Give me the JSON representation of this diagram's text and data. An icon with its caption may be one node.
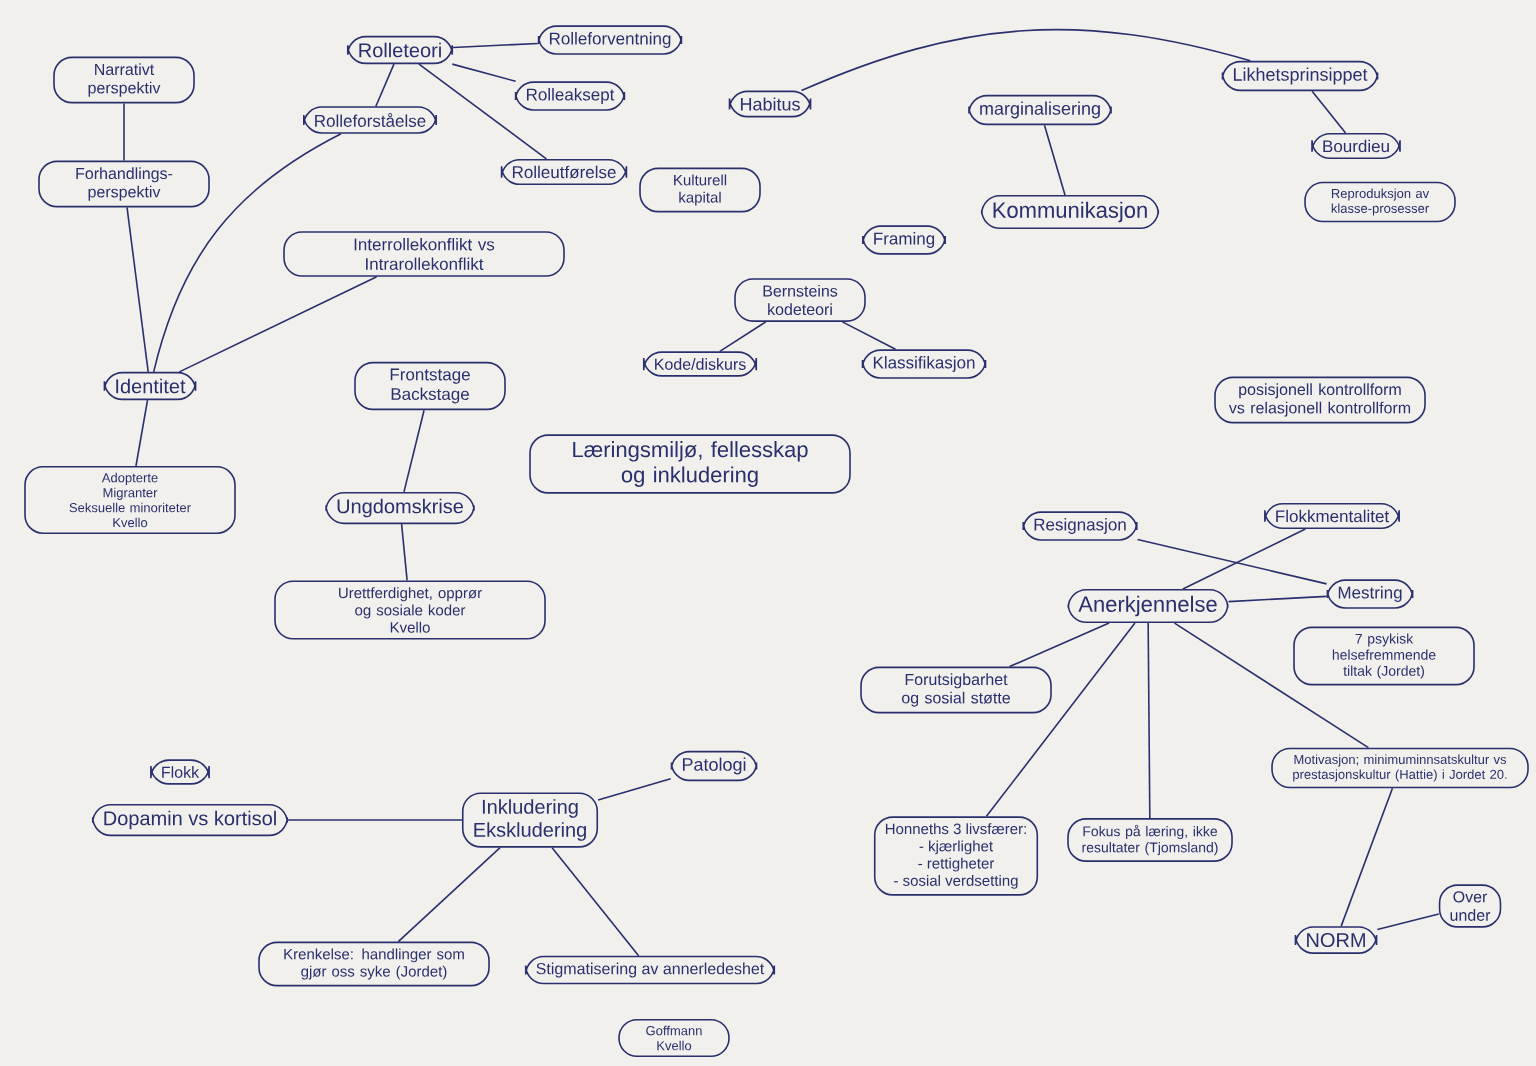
{
  "diagram": {
    "nodes": [
      {
        "text": [
          "Narrativt perspektiv"
        ]
      },
      {
        "text": [
          "Forhandlings-perspektiv"
        ]
      },
      {
        "text": [
          "Rolleteori"
        ]
      },
      {
        "text": [
          "Rolleforventning"
        ]
      },
      {
        "text": [
          "Rolleaksept"
        ]
      },
      {
        "text": [
          "Rolleforståelse"
        ]
      },
      {
        "text": [
          "Rolleutførelse"
        ]
      },
      {
        "text": [
          "Interrollekonflikt vs Intrarollekonflikt"
        ]
      },
      {
        "text": [
          "Identitet"
        ]
      },
      {
        "text": [
          "Adopterte",
          "Migranter",
          "Seksuelle minoriteter",
          "Kvello"
        ]
      },
      {
        "text": [
          "Frontstage Backstage"
        ]
      },
      {
        "text": [
          "Ungdomskrise"
        ]
      },
      {
        "text": [
          "Urettferdighet, opprør og sosiale koder",
          "Kvello"
        ]
      },
      {
        "text": [
          "Habitus"
        ]
      },
      {
        "text": [
          "marginalisering"
        ]
      },
      {
        "text": [
          "Likhetsprinsippet"
        ]
      },
      {
        "text": [
          "Bourdieu"
        ]
      },
      {
        "text": [
          "Reproduksjon av klasse-prosesser"
        ]
      },
      {
        "text": [
          "Kommunikasjon"
        ]
      },
      {
        "text": [
          "Kulturell kapital"
        ]
      },
      {
        "text": [
          "Framing"
        ]
      },
      {
        "text": [
          "Bernsteins kodeteori"
        ]
      },
      {
        "text": [
          "Kode/diskurs"
        ]
      },
      {
        "text": [
          "Klassifikasjon"
        ]
      },
      {
        "text": [
          "Læringsmiljø, fellesskap og inkludering"
        ]
      },
      {
        "text": [
          "posisjonell kontrollform vs relasjonell kontrollform"
        ]
      },
      {
        "text": [
          "Resignasjon"
        ]
      },
      {
        "text": [
          "Flokkmentalitet"
        ]
      },
      {
        "text": [
          "Anerkjennelse"
        ]
      },
      {
        "text": [
          "Mestring"
        ]
      },
      {
        "text": [
          "7 psykisk helsefremmende tiltak (Jordet)"
        ]
      },
      {
        "text": [
          "Forutsigbarhet og sosial støtte"
        ]
      },
      {
        "text": [
          "Motivasjon; minimuminnsatskultur vs prestasjonskultur (Hattie) i Jordet 20."
        ]
      },
      {
        "text": [
          "Honneths 3 livsfærer:",
          "- kjærlighet",
          "- rettigheter",
          "- sosial verdsetting"
        ]
      },
      {
        "text": [
          "Fokus på læring, ikke resultater (Tjomsland)"
        ]
      },
      {
        "text": [
          "NORM"
        ]
      },
      {
        "text": [
          "Over",
          "under"
        ]
      },
      {
        "text": [
          "Flokk"
        ]
      },
      {
        "text": [
          "Dopamin vs kortisol"
        ]
      },
      {
        "text": [
          "Inkludering",
          "Ekskludering"
        ]
      },
      {
        "text": [
          "Patologi"
        ]
      },
      {
        "text": [
          "Krenkelse: handlinger som gjør oss syke (Jordet)"
        ]
      },
      {
        "text": [
          "Stigmatisering av annerledeshet"
        ]
      },
      {
        "text": [
          "Goffmann Kvello"
        ]
      }
    ],
    "edges": [
      {
        "from": 0,
        "to": 1,
        "arrow": "none"
      },
      {
        "from": 1,
        "to": 8,
        "arrow": "none"
      },
      {
        "from": 8,
        "to": 9,
        "arrow": "none"
      },
      {
        "from": 8,
        "to": 7,
        "arrow": "none"
      },
      {
        "from": 8,
        "to": 5,
        "arrow": "none"
      },
      {
        "from": 2,
        "to": 3,
        "arrow": "none"
      },
      {
        "from": 2,
        "to": 5,
        "arrow": "none"
      },
      {
        "from": 2,
        "to": 4,
        "arrow": "none"
      },
      {
        "from": 2,
        "to": 6,
        "arrow": "none"
      },
      {
        "from": 10,
        "to": 11,
        "arrow": "none"
      },
      {
        "from": 11,
        "to": 12,
        "arrow": "none"
      },
      {
        "from": 13,
        "to": 15,
        "arrow": "none"
      },
      {
        "from": 14,
        "to": 18,
        "arrow": "none"
      },
      {
        "from": 15,
        "to": 16,
        "arrow": "none"
      },
      {
        "from": 21,
        "to": 22,
        "arrow": "none"
      },
      {
        "from": 21,
        "to": 23,
        "arrow": "none"
      },
      {
        "from": 26,
        "to": 29,
        "arrow": "none"
      },
      {
        "from": 27,
        "to": 28,
        "arrow": "none"
      },
      {
        "from": 28,
        "to": 29,
        "arrow": "none"
      },
      {
        "from": 28,
        "to": 31,
        "arrow": "none"
      },
      {
        "from": 28,
        "to": 33,
        "arrow": "none"
      },
      {
        "from": 28,
        "to": 34,
        "arrow": "none"
      },
      {
        "from": 28,
        "to": 32,
        "arrow": "none"
      },
      {
        "from": 32,
        "to": 35,
        "arrow": "none"
      },
      {
        "from": 35,
        "to": 36,
        "arrow": "none"
      },
      {
        "from": 38,
        "to": 39,
        "arrow": "none"
      },
      {
        "from": 39,
        "to": 40,
        "arrow": "none"
      },
      {
        "from": 39,
        "to": 41,
        "arrow": "none"
      },
      {
        "from": 39,
        "to": 42,
        "arrow": "none"
      }
    ]
  }
}
